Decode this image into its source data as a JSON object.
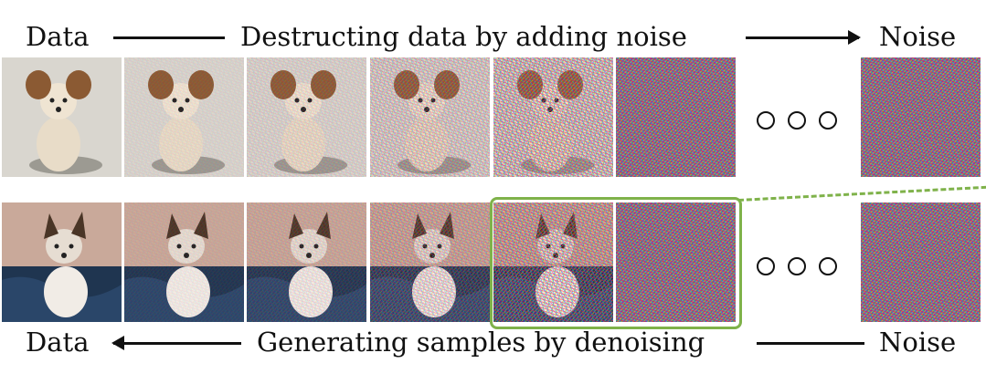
{
  "top": {
    "left_label": "Data",
    "center_label": "Destructing data by adding noise",
    "right_label": "Noise"
  },
  "bottom": {
    "left_label": "Data",
    "center_label": "Generating samples by denoising",
    "right_label": "Noise"
  },
  "colors": {
    "highlight": "#7fb24a",
    "text": "#111111"
  },
  "noise_levels": [
    0,
    0.1,
    0.2,
    0.45,
    0.75,
    1.0,
    1.0
  ]
}
